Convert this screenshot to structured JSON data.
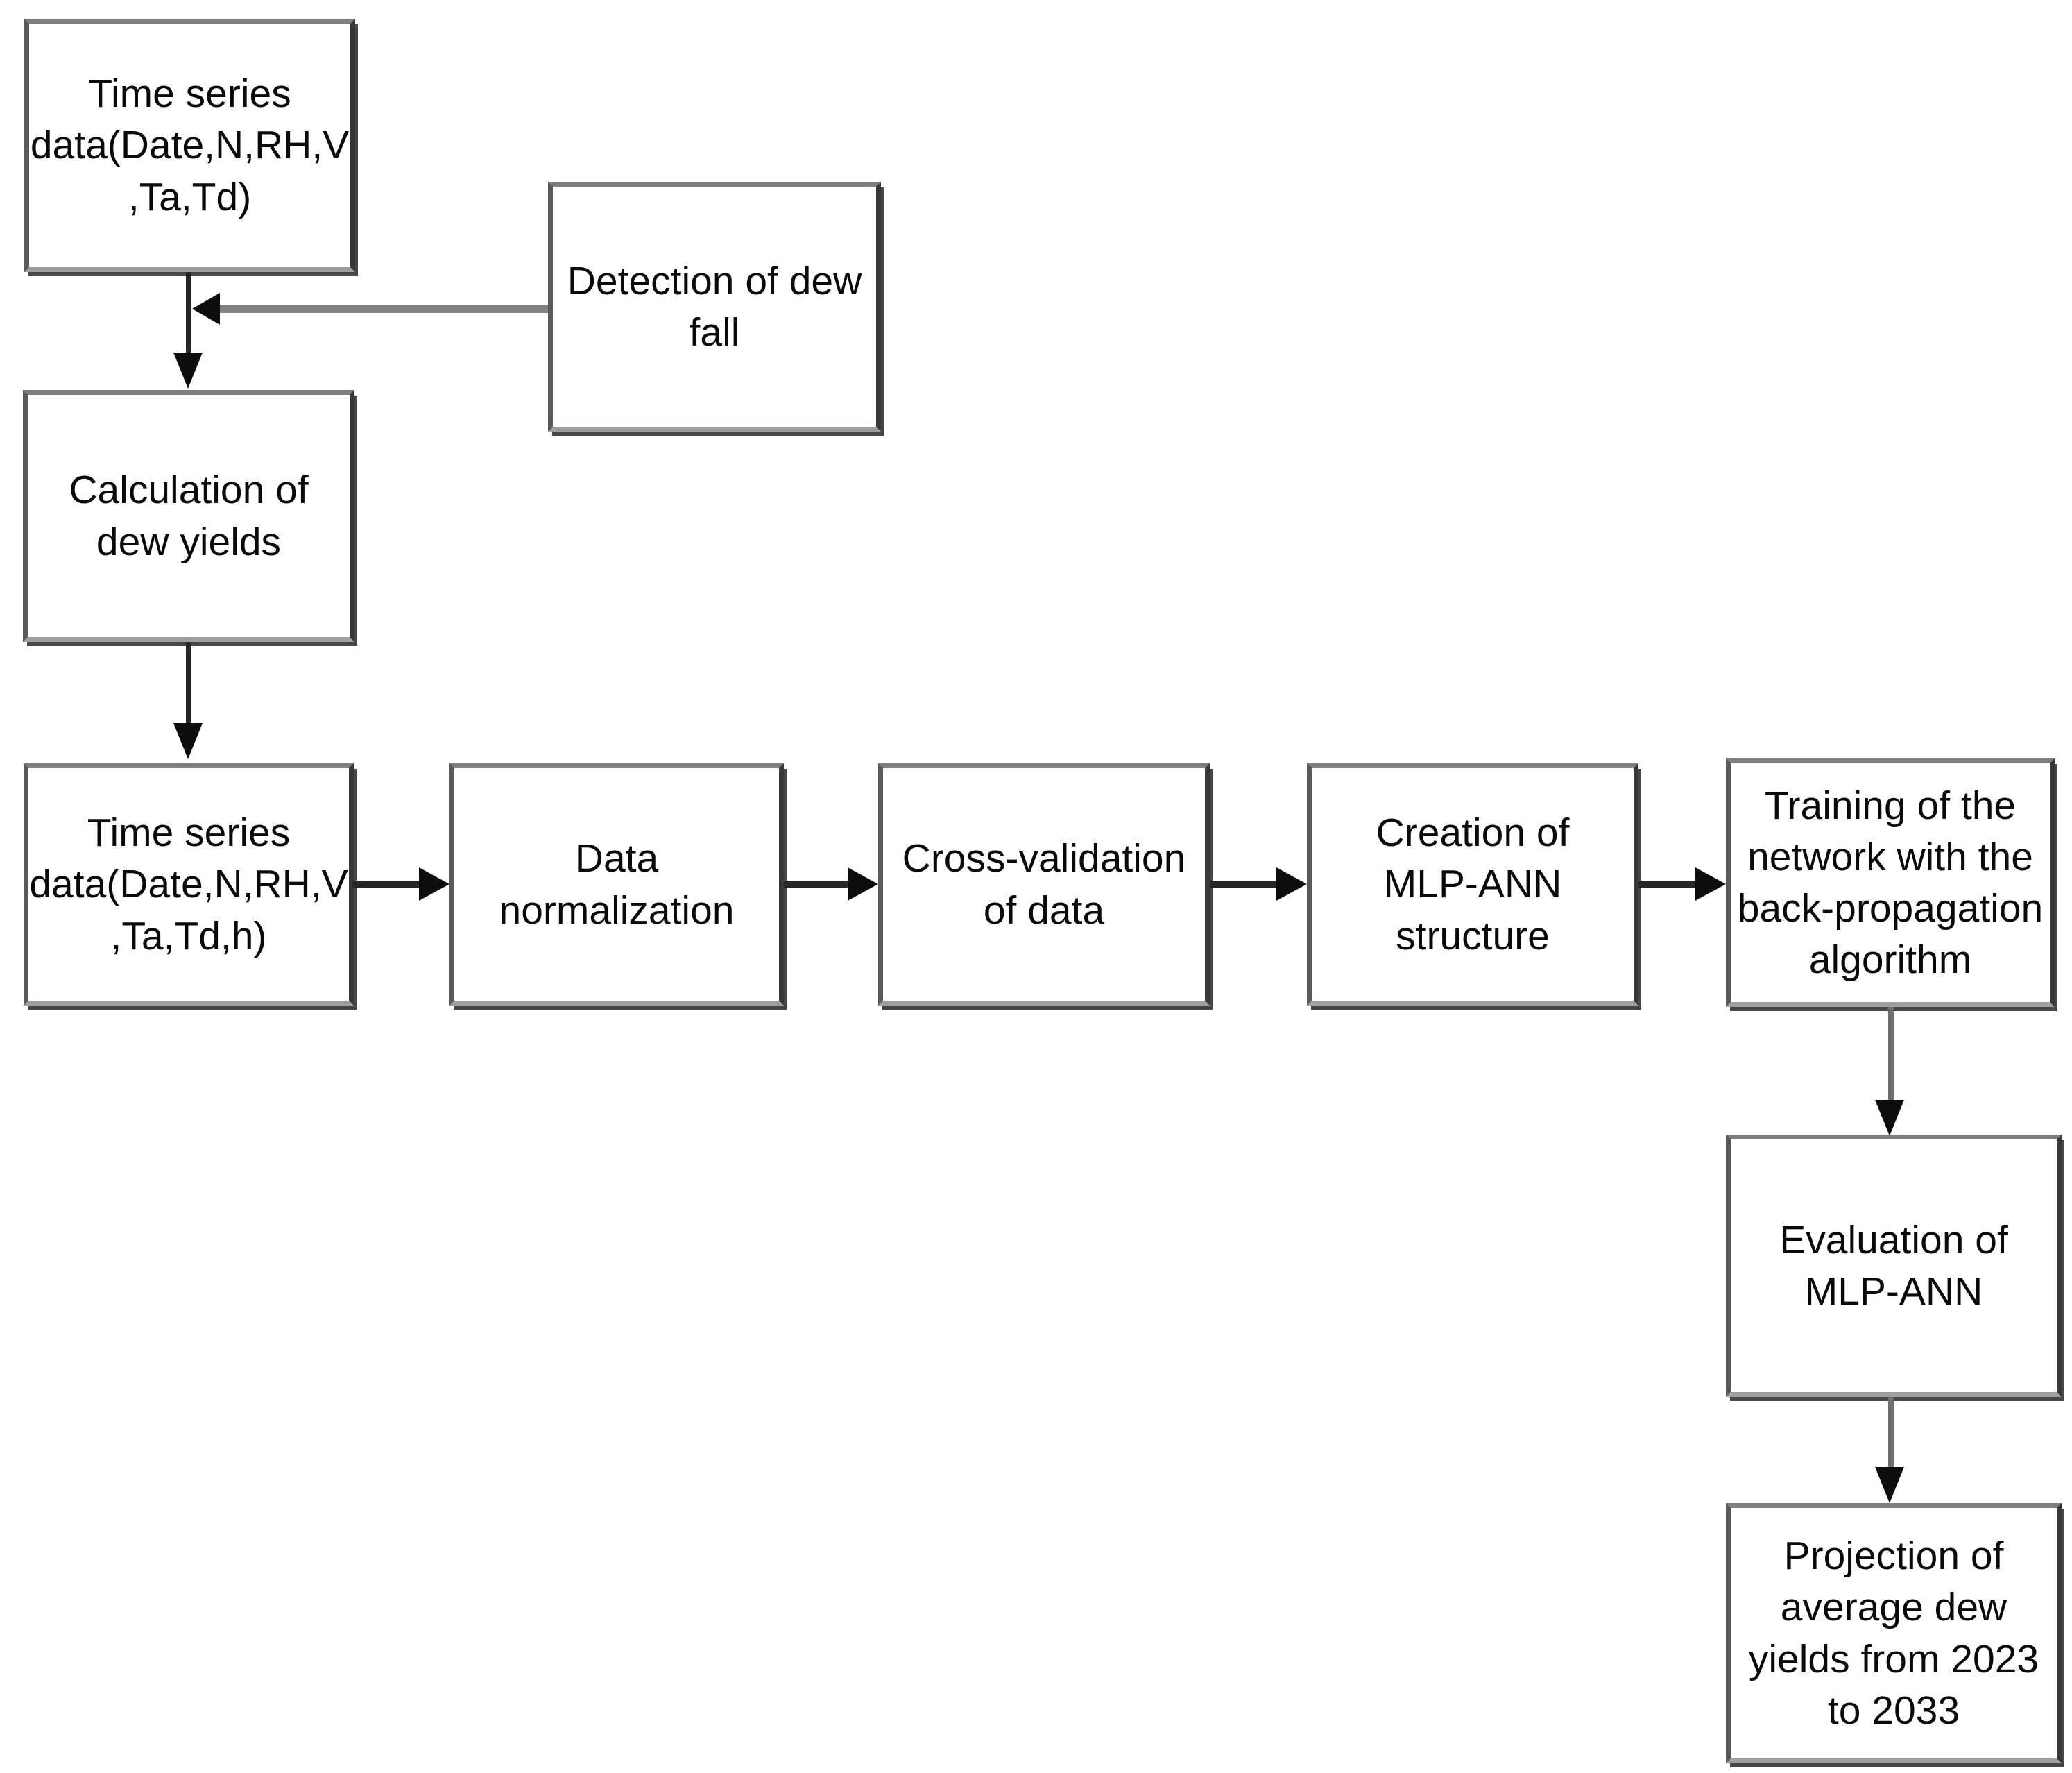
{
  "figure": {
    "type": "flowchart",
    "background_color": "#ffffff"
  },
  "colors": {
    "box_fill": "#ffffff",
    "box_border_gray": "#4e4e4e",
    "box_shadow": "#474747",
    "connector_black": "#262626",
    "connector_gray": "#828282",
    "arrowhead_black": "#0d0d0d",
    "text": "#0a0a0a"
  },
  "nodes": [
    {
      "id": "time-series-raw",
      "label": "Time series\ndata(Date,N,RH,V\n,Ta,Td)"
    },
    {
      "id": "detection-of-dew-fall",
      "label": "Detection of dew\nfall"
    },
    {
      "id": "calculation-of-dew-yields",
      "label": "Calculation of\ndew yields"
    },
    {
      "id": "time-series-with-h",
      "label": "Time series\ndata(Date,N,RH,V\n,Ta,Td,h)"
    },
    {
      "id": "data-normalization",
      "label": "Data\nnormalization"
    },
    {
      "id": "cross-validation-of-data",
      "label": "Cross-validation\nof data"
    },
    {
      "id": "creation-of-mlp-ann",
      "label": "Creation of\nMLP-ANN\nstructure"
    },
    {
      "id": "training-of-network",
      "label": "Training of the\nnetwork with the\nback-propagation\nalgorithm"
    },
    {
      "id": "evaluation-of-mlp-ann",
      "label": "Evaluation of\nMLP-ANN"
    },
    {
      "id": "projection-of-dew-yields",
      "label": "Projection of\naverage dew\nyields from 2023\nto 2033"
    }
  ],
  "edges": [
    {
      "from": "time-series-raw",
      "to": "calculation-of-dew-yields",
      "direction": "down",
      "style": "black"
    },
    {
      "from": "detection-of-dew-fall",
      "to": "calculation-of-dew-yields",
      "direction": "left",
      "style": "gray-shaft-black-head"
    },
    {
      "from": "calculation-of-dew-yields",
      "to": "time-series-with-h",
      "direction": "down",
      "style": "black"
    },
    {
      "from": "time-series-with-h",
      "to": "data-normalization",
      "direction": "right",
      "style": "black"
    },
    {
      "from": "data-normalization",
      "to": "cross-validation-of-data",
      "direction": "right",
      "style": "black"
    },
    {
      "from": "cross-validation-of-data",
      "to": "creation-of-mlp-ann",
      "direction": "right",
      "style": "black"
    },
    {
      "from": "creation-of-mlp-ann",
      "to": "training-of-network",
      "direction": "right",
      "style": "black"
    },
    {
      "from": "training-of-network",
      "to": "evaluation-of-mlp-ann",
      "direction": "down",
      "style": "gray-shaft-black-head"
    },
    {
      "from": "evaluation-of-mlp-ann",
      "to": "projection-of-dew-yields",
      "direction": "down",
      "style": "gray-shaft-black-head"
    }
  ]
}
